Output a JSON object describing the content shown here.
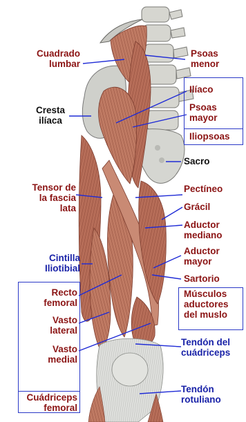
{
  "labels": {
    "cuadrado_lumbar": "Cuadrado\nlumbar",
    "psoas_menor": "Psoas\nmenor",
    "iliaco": "Ilíaco",
    "psoas_mayor": "Psoas\nmayor",
    "iliopsoas": "Iliopsoas",
    "cresta_iliaca": "Cresta\nilíaca",
    "sacro": "Sacro",
    "tensor_fascia_lata": "Tensor de\nla fascia\nlata",
    "pectineo": "Pectíneo",
    "gracil": "Grácil",
    "aductor_mediano": "Aductor\nmediano",
    "cintilla_iliotibial": "Cintilla\nIliotibial",
    "aductor_mayor": "Aductor\nmayor",
    "sartorio": "Sartorio",
    "recto_femoral": "Recto\nfemoral",
    "vasto_lateral": "Vasto\nlateral",
    "vasto_medial": "Vasto\nmedial",
    "musculos_aductores": "Músculos\naductores\ndel muslo",
    "tendon_cuadriceps": "Tendón del\ncuádriceps",
    "cuadriceps_femoral": "Cuádriceps\nfemoral",
    "tendon_rotuliano": "Tendón\nrotuliano"
  },
  "colors": {
    "muscle_label": "#8b1414",
    "tendon_label": "#1a23a8",
    "bone_label": "#111111",
    "leader_line": "#1f2bd6",
    "group_box": "#2b39c7",
    "muscle": "#b9735f",
    "bone": "#d7d7d2",
    "tendon": "#d9dad8"
  }
}
